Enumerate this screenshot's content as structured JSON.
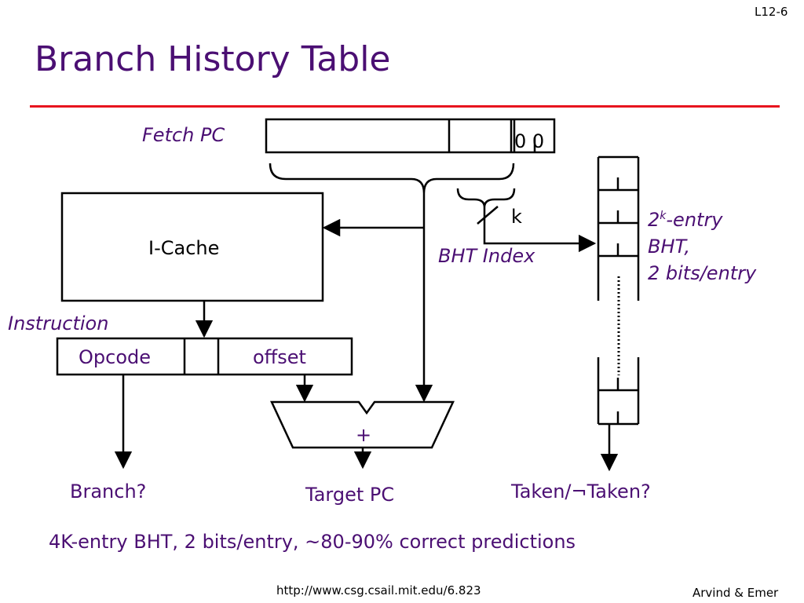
{
  "slide_number": "L12-6",
  "title": "Branch History Table",
  "labels": {
    "fetch_pc": "Fetch PC",
    "pc_low_bits": "0 0",
    "k": "k",
    "bht_index": "BHT Index",
    "bht_desc_base": "2",
    "bht_desc_exp": "k",
    "bht_desc_line1_rest": "-entry",
    "bht_desc_line2": "BHT,",
    "bht_desc_line3": "2 bits/entry",
    "icache": "I-Cache",
    "instruction": "Instruction",
    "opcode": "Opcode",
    "offset": "offset",
    "adder": "+",
    "branch": "Branch?",
    "target_pc": "Target PC",
    "taken": "Taken/¬Taken?"
  },
  "summary": "4K-entry BHT, 2 bits/entry, ~80-90% correct predictions",
  "footer": {
    "url": "http://www.csg.csail.mit.edu/6.823",
    "authors": "Arvind & Emer"
  },
  "colors": {
    "title": "#4b0f73",
    "rule": "#e8141e"
  }
}
